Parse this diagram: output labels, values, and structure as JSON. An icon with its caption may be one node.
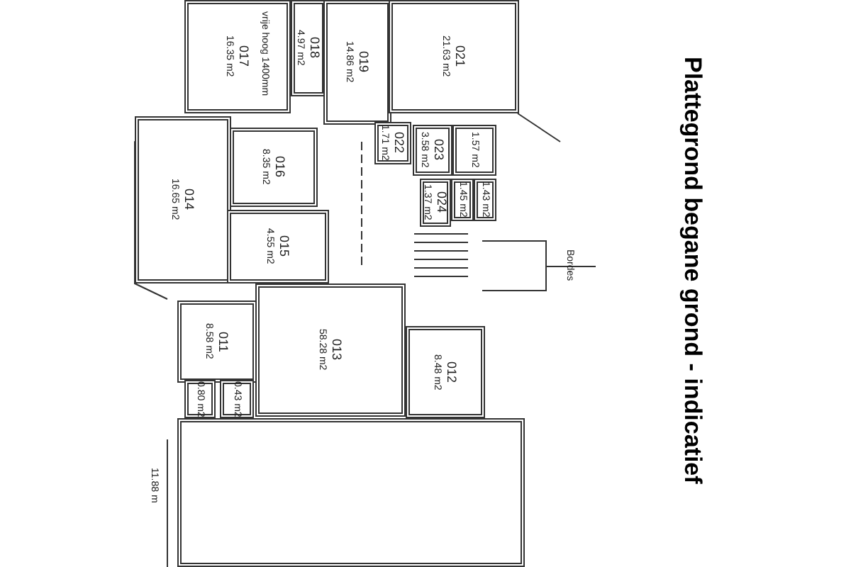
{
  "diagram": {
    "title": "Plattegrond begane grond - indicatief",
    "nodes": [
      {
        "text": [
          "017",
          "16.35 m2"
        ]
      },
      {
        "text": [
          "018",
          "4.97 m2"
        ]
      },
      {
        "text": [
          "019",
          "14.86 m2"
        ]
      },
      {
        "text": [
          "021",
          "21.63 m2"
        ]
      },
      {
        "text": [
          "016",
          "8.35 m2"
        ]
      },
      {
        "text": [
          "022",
          "1.71 m2"
        ]
      },
      {
        "text": [
          "023",
          "3.58 m2"
        ]
      },
      {
        "text": [
          "1.57 m2"
        ]
      },
      {
        "text": [
          "014",
          "16.65 m2"
        ]
      },
      {
        "text": [
          "024",
          "1.37 m2"
        ]
      },
      {
        "text": [
          "1.45 m2"
        ]
      },
      {
        "text": [
          "1.43 m2"
        ]
      },
      {
        "text": [
          "015",
          "4.55 m2"
        ]
      },
      {
        "text": [
          "011",
          "8.58 m2"
        ]
      },
      {
        "text": [
          "0.80 m2"
        ]
      },
      {
        "text": [
          "0.43 m2"
        ]
      },
      {
        "text": [
          "013",
          "58.28 m2"
        ]
      },
      {
        "text": [
          "012",
          "8.48 m2"
        ]
      },
      {
        "text": [],
        "shape": "box"
      }
    ],
    "labels": [
      "vrije hoog 1400mm",
      "Bordes",
      "11.88 m"
    ]
  }
}
